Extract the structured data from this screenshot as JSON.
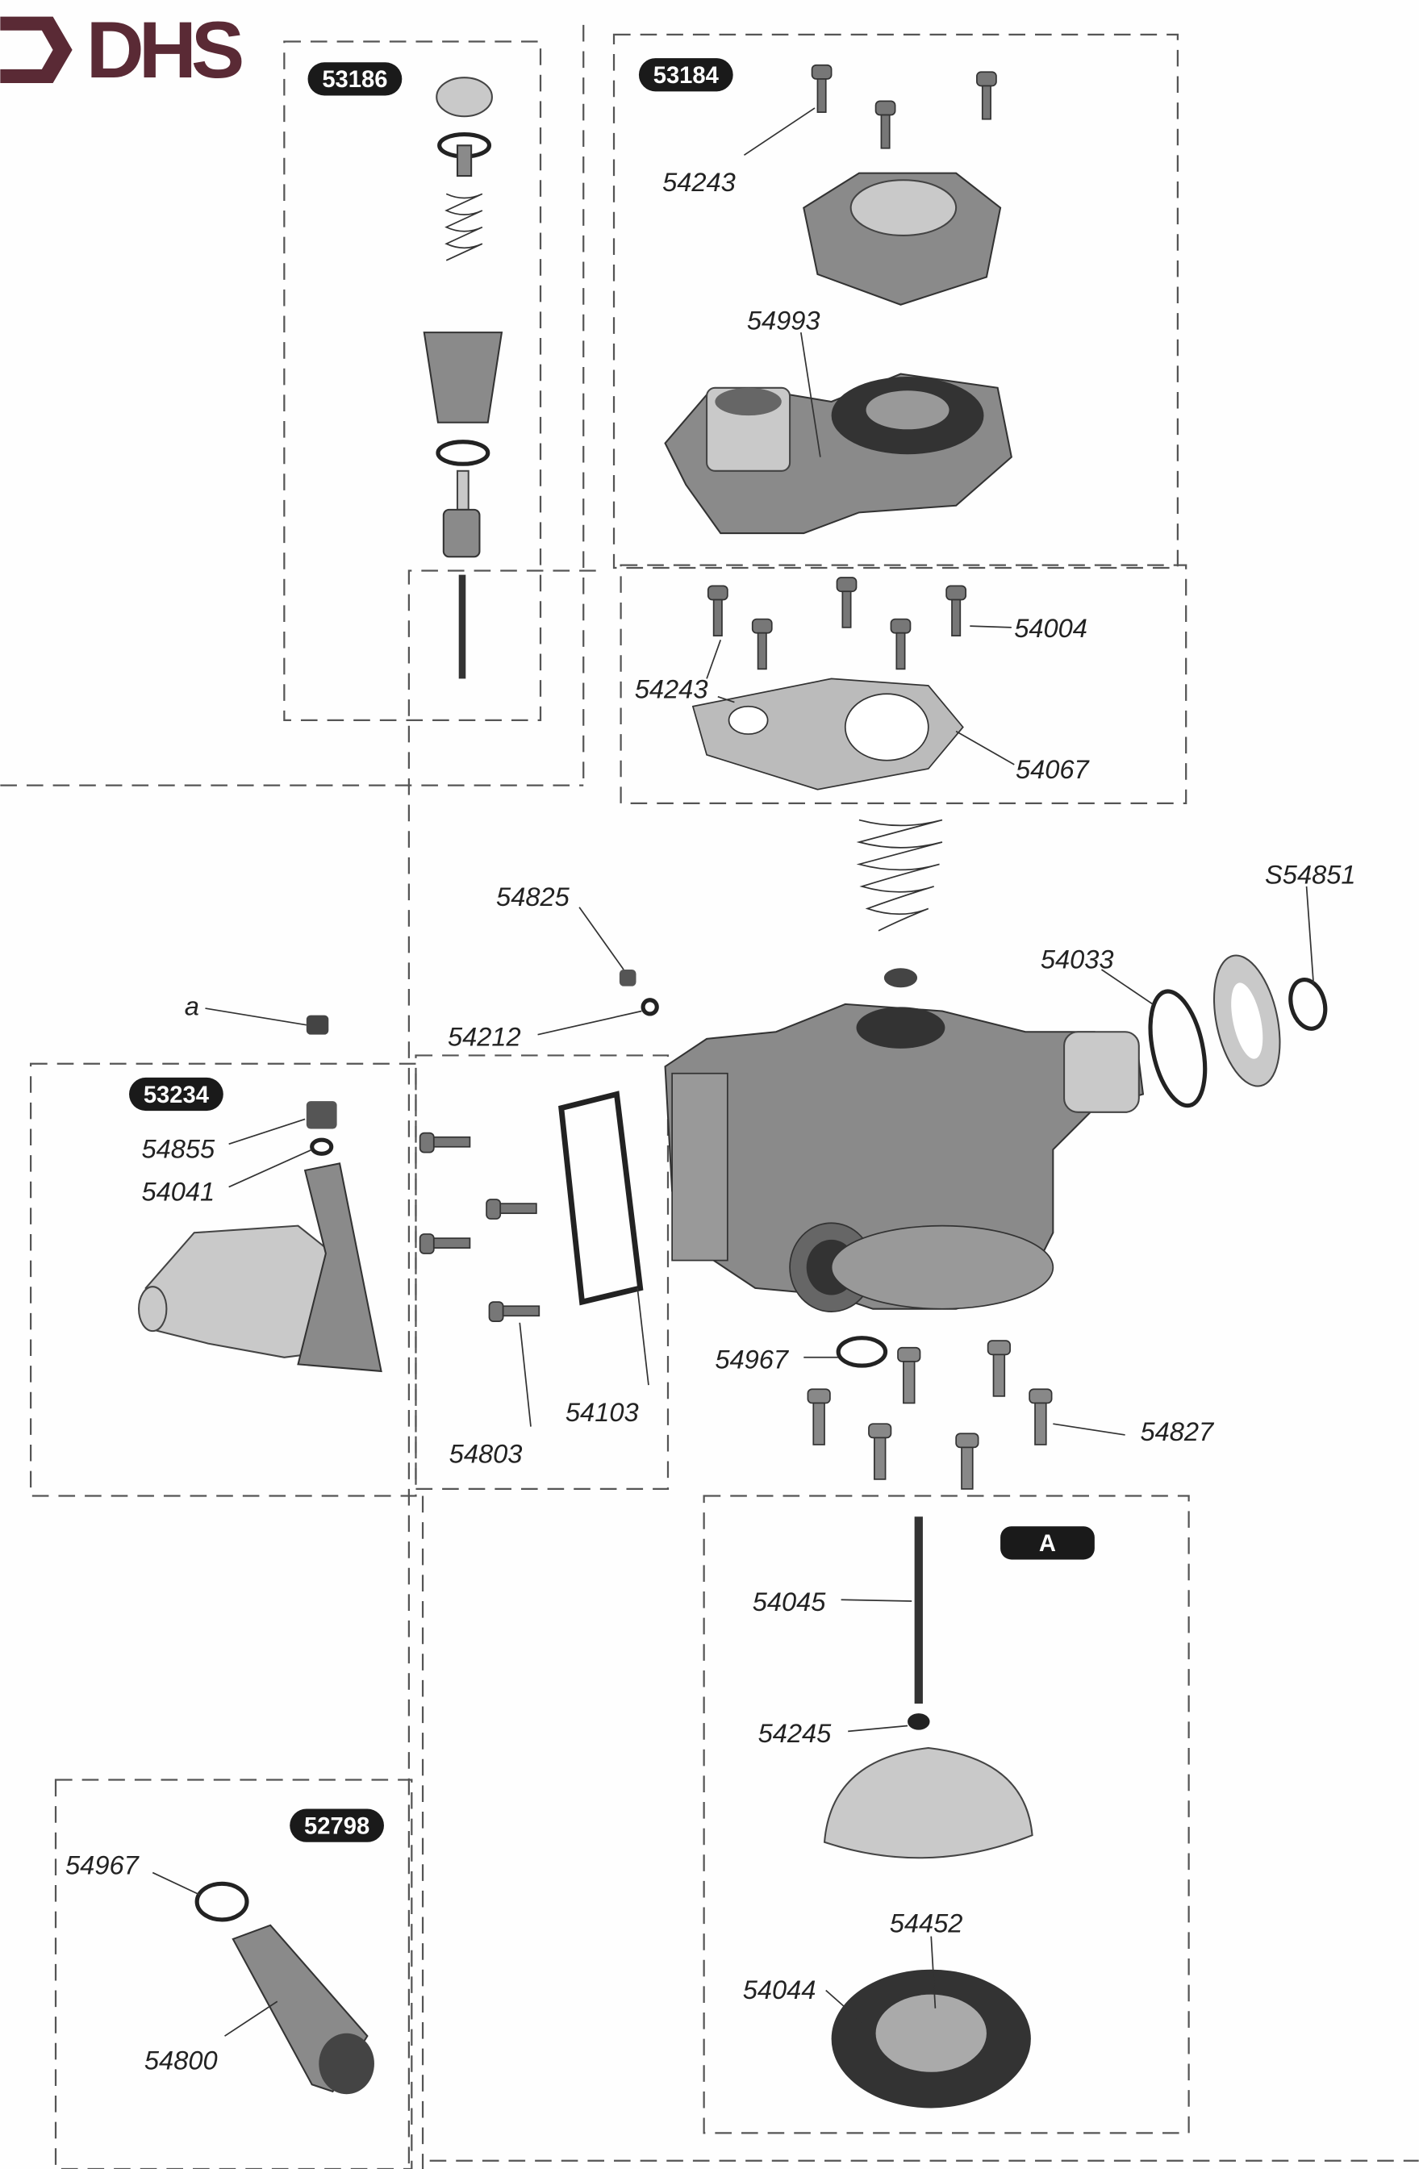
{
  "logo": {
    "text": "DHS",
    "color": "#5a2a35"
  },
  "badges": {
    "b53186": "53186",
    "b53184": "53184",
    "b53234": "53234",
    "b52798": "52798",
    "bA": "A"
  },
  "labels": {
    "p54243a": "54243",
    "p54993": "54993",
    "p54004": "54004",
    "p54243b": "54243",
    "p54067": "54067",
    "p54825": "54825",
    "pS54851": "S54851",
    "p54033": "54033",
    "pa": "a",
    "p54212": "54212",
    "p54855": "54855",
    "p54041": "54041",
    "p54967a": "54967",
    "p54103": "54103",
    "p54827": "54827",
    "p54803": "54803",
    "p54045": "54045",
    "p54245": "54245",
    "p54452": "54452",
    "p54044": "54044",
    "p54967b": "54967",
    "p54800": "54800"
  }
}
